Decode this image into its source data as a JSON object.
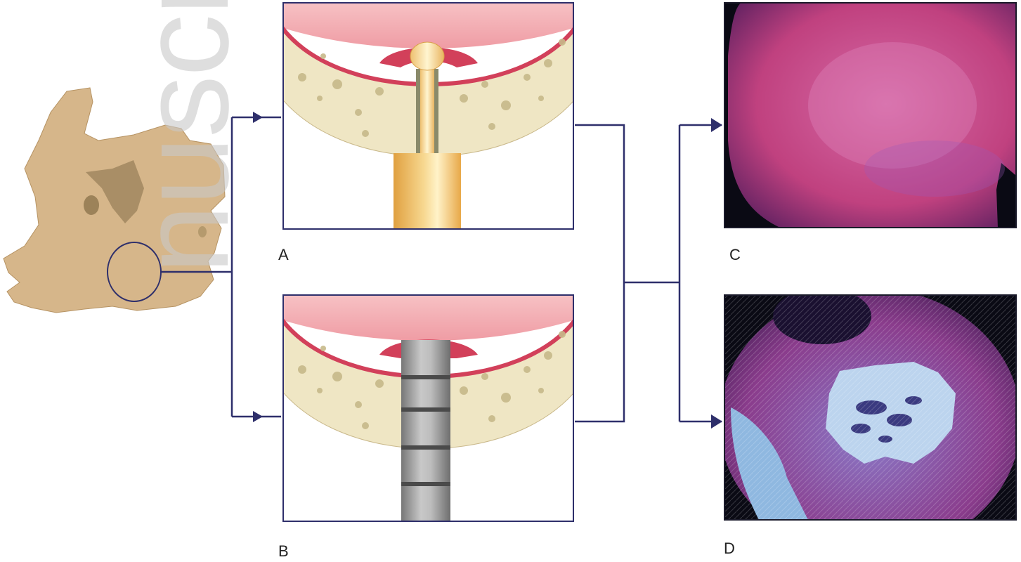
{
  "panels": {
    "a": {
      "label": "A"
    },
    "b": {
      "label": "B"
    },
    "c": {
      "label": "C"
    },
    "d": {
      "label": "D"
    }
  },
  "watermark": {
    "text": "nuscript"
  },
  "colors": {
    "line": "#2e2f6b",
    "bone": "#d6b68a",
    "cancellous": "#efe6c4",
    "mucosa": "#f2a8ae",
    "cortex": "#d2405a",
    "implant": "#9a9a9a"
  }
}
